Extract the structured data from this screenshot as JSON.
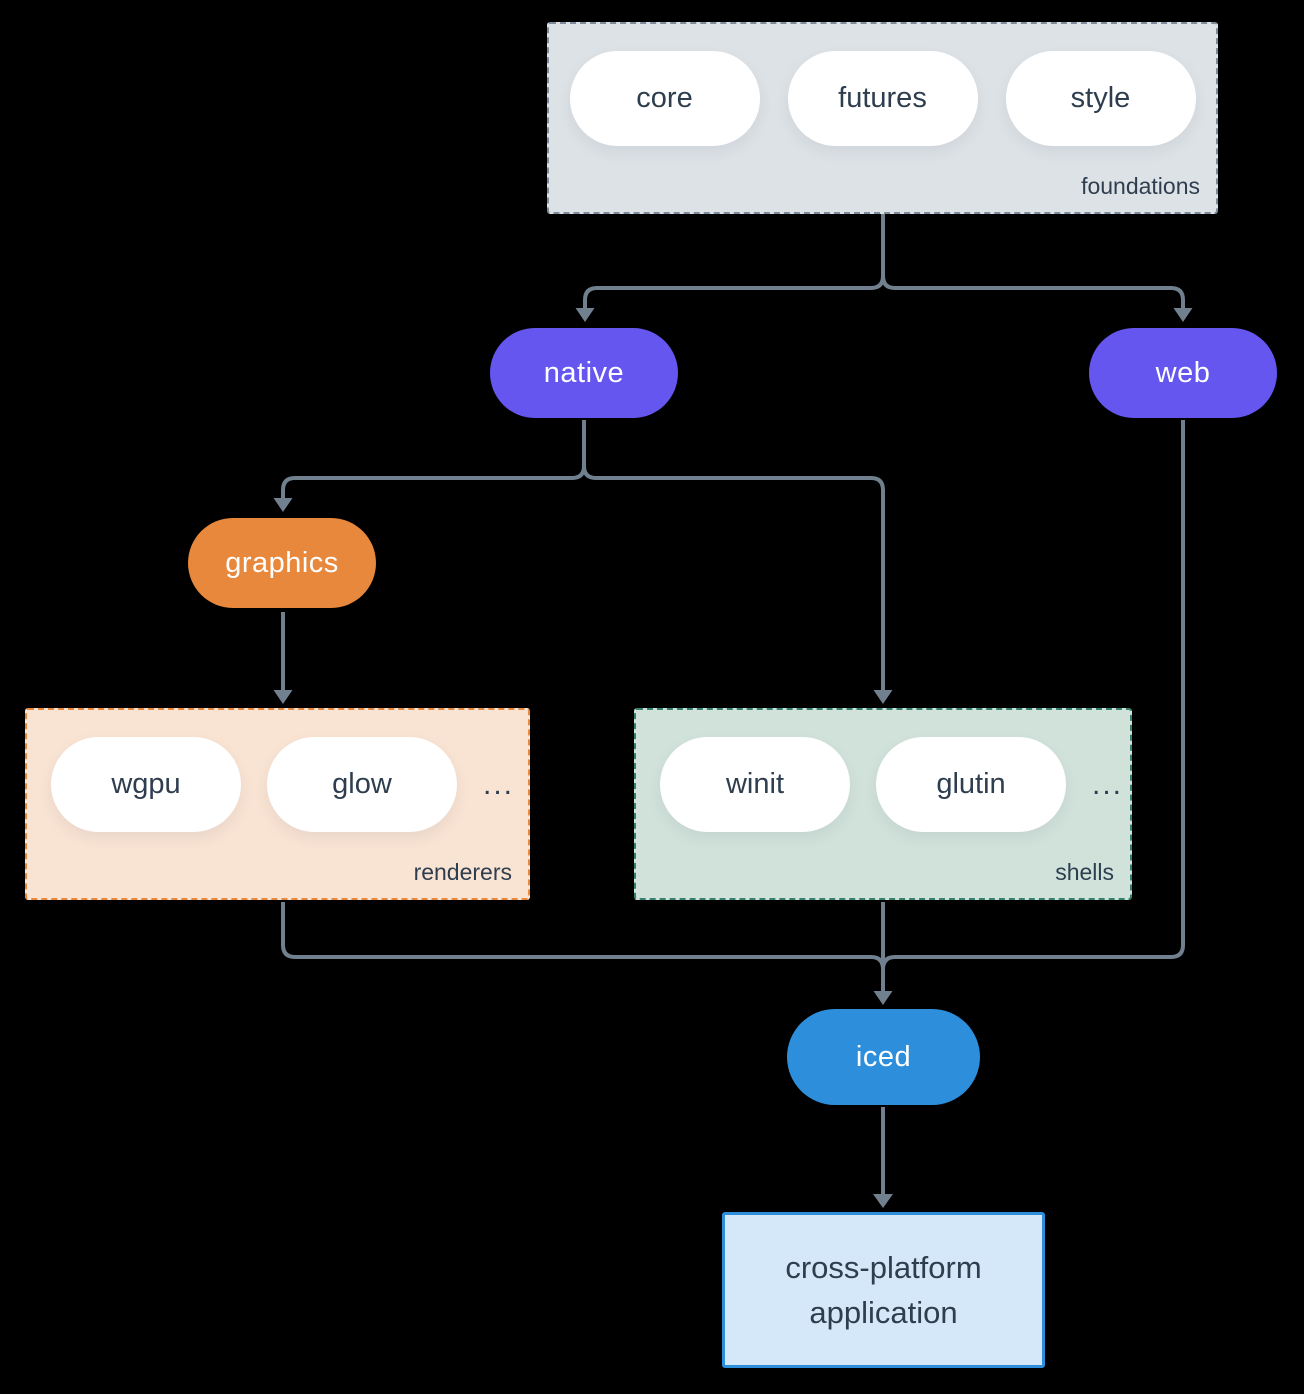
{
  "colors": {
    "background": "#000000",
    "arrow": "#71808f",
    "slate_text": "#2e3e4f",
    "pill_white": "#ffffff",
    "purple": "#6456ef",
    "orange": "#e8883c",
    "blue": "#2d8edc",
    "foundations_fill": "#dde2e6",
    "foundations_border": "#7d8b9b",
    "renderers_fill": "#f9e3d3",
    "renderers_border": "#e8883c",
    "shells_fill": "#d1e2db",
    "shells_border": "#35806f",
    "app_fill": "#d5e8f9",
    "app_border": "#2d8edc"
  },
  "groups": {
    "foundations": {
      "label": "foundations",
      "pills": [
        "core",
        "futures",
        "style"
      ]
    },
    "renderers": {
      "label": "renderers",
      "pills": [
        "wgpu",
        "glow"
      ],
      "more": "..."
    },
    "shells": {
      "label": "shells",
      "pills": [
        "winit",
        "glutin"
      ],
      "more": "..."
    }
  },
  "nodes": {
    "native": {
      "label": "native"
    },
    "web": {
      "label": "web"
    },
    "graphics": {
      "label": "graphics"
    },
    "iced": {
      "label": "iced"
    }
  },
  "application": {
    "line1": "cross-platform",
    "line2": "application"
  }
}
